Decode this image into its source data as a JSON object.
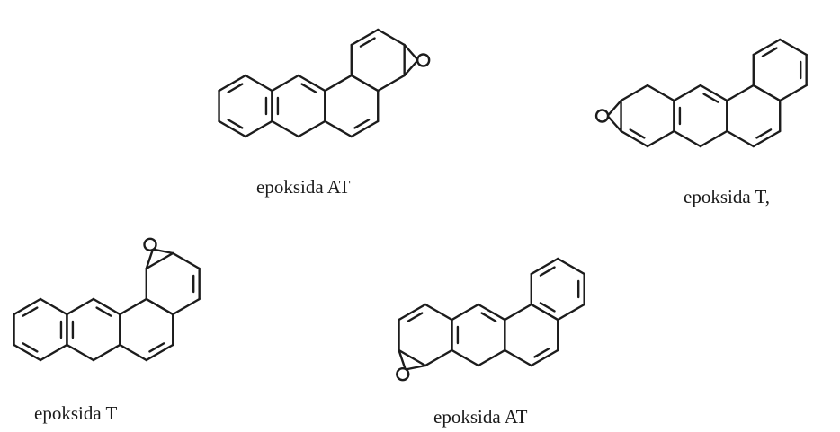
{
  "captions": [
    {
      "key": "top_left",
      "text": "epoksida AT"
    },
    {
      "key": "top_right",
      "text": "epoksida T,"
    },
    {
      "key": "bottom_left",
      "text": "epoksida T"
    },
    {
      "key": "bottom_right",
      "text": "epoksida AT"
    }
  ],
  "structures": [
    {
      "key": "top_left",
      "epoxide_atom": "O"
    },
    {
      "key": "top_right",
      "epoxide_atom": "O"
    },
    {
      "key": "bottom_left",
      "epoxide_atom": "O"
    },
    {
      "key": "bottom_right",
      "epoxide_atom": "O"
    }
  ]
}
